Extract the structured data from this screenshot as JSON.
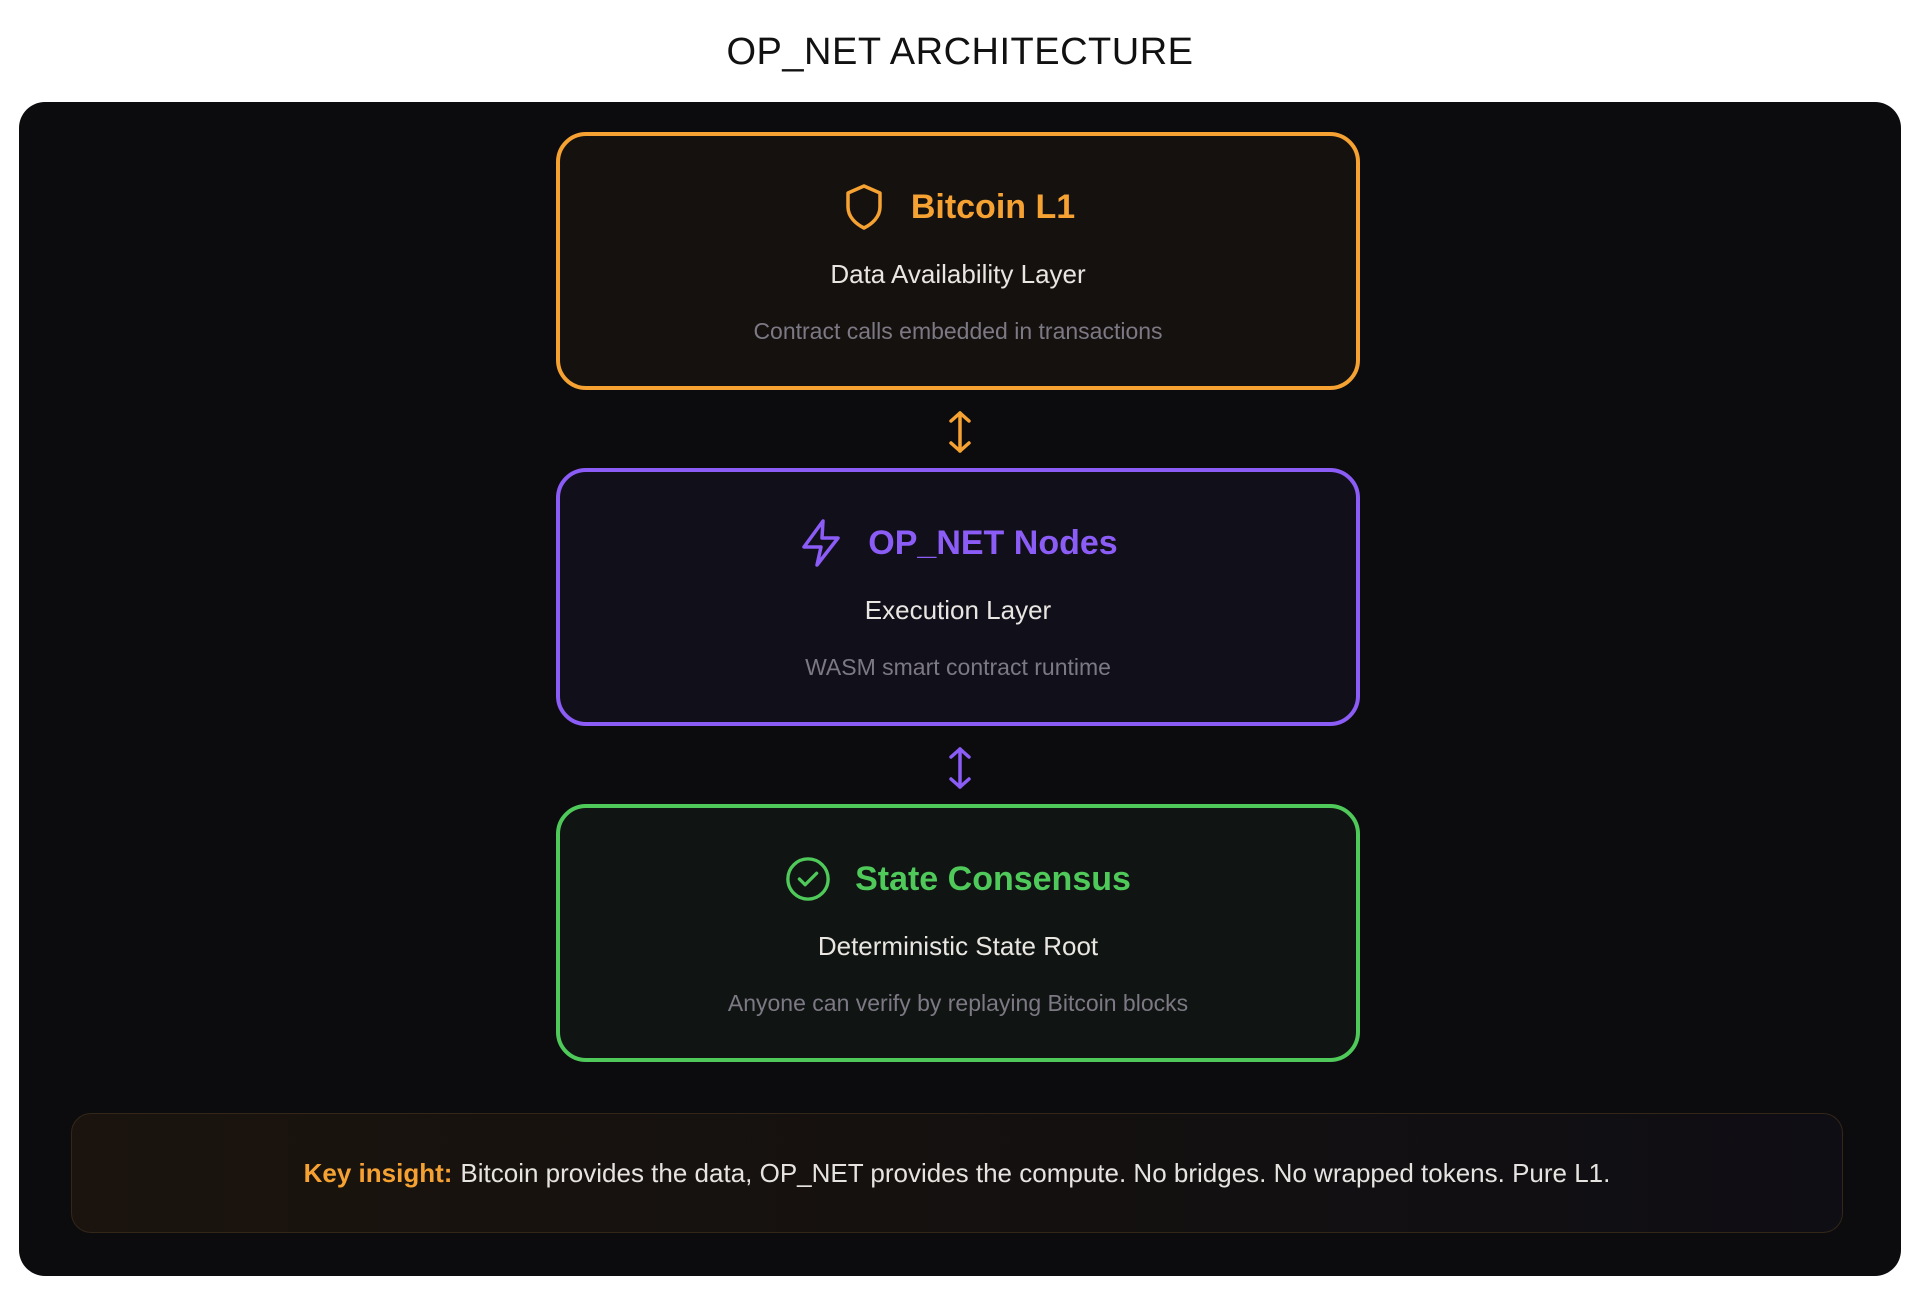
{
  "header": {
    "title": "OP_NET ARCHITECTURE"
  },
  "layers": [
    {
      "icon": "shield-icon",
      "title": "Bitcoin L1",
      "subtitle": "Data Availability Layer",
      "description": "Contract calls embedded in transactions",
      "color": "#f5a233"
    },
    {
      "icon": "lightning-icon",
      "title": "OP_NET Nodes",
      "subtitle": "Execution Layer",
      "description": "WASM smart contract runtime",
      "color": "#8b5cf6"
    },
    {
      "icon": "check-circle-icon",
      "title": "State Consensus",
      "subtitle": "Deterministic State Root",
      "description": "Anyone can verify by replaying Bitcoin blocks",
      "color": "#4fc95a"
    }
  ],
  "connectors": [
    {
      "icon": "bidirectional-arrow-icon",
      "color": "#f5a233"
    },
    {
      "icon": "bidirectional-arrow-icon",
      "color": "#8b5cf6"
    }
  ],
  "insight": {
    "label": "Key insight:",
    "text": "Bitcoin provides the data, OP_NET provides the compute. No bridges. No wrapped tokens. Pure L1."
  }
}
